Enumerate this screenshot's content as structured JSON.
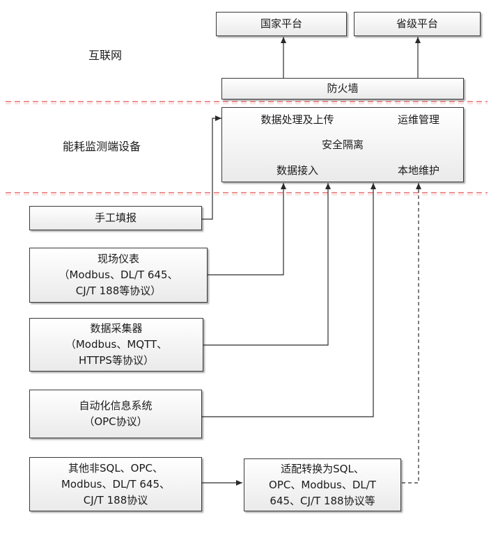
{
  "zones": {
    "internet": "互联网",
    "device": "能耗监测端设备"
  },
  "top": {
    "national": "国家平台",
    "provincial": "省级平台",
    "firewall": "防火墙"
  },
  "device": {
    "data_upload": "数据处理及上传",
    "ops": "运维管理",
    "isolation": "安全隔离",
    "data_access": "数据接入",
    "local_maint": "本地维护"
  },
  "sources": {
    "manual": "手工填报",
    "meter": [
      "现场仪表",
      "（Modbus、DL/T 645、",
      "CJ/T 188等协议）"
    ],
    "collector": [
      "数据采集器",
      "（Modbus、MQTT、",
      "HTTPS等协议）"
    ],
    "automation": [
      "自动化信息系统",
      "（OPC协议）"
    ],
    "other": [
      "其他非SQL、OPC、",
      "Modbus、DL/T 645、",
      "CJ/T 188协议"
    ],
    "adapter": [
      "适配转换为SQL、",
      "OPC、Modbus、DL/T",
      "645、CJ/T 188协议等"
    ]
  }
}
